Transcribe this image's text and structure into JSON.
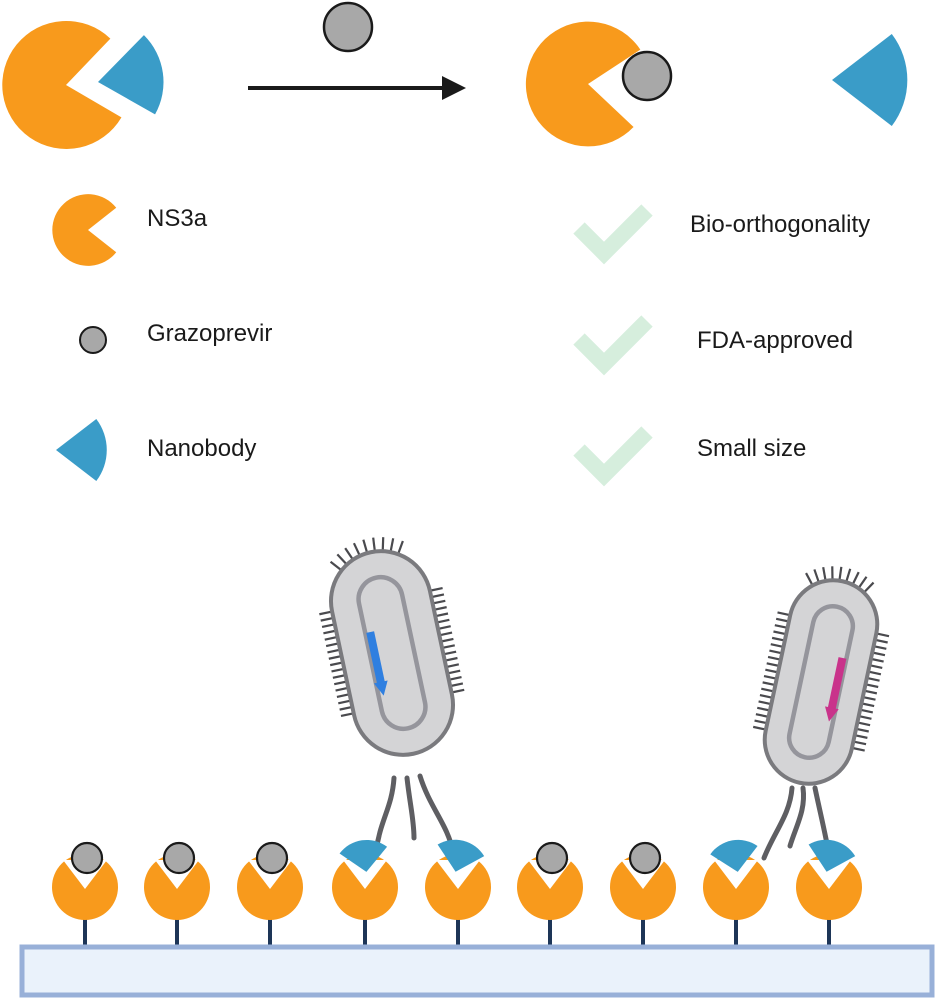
{
  "legend": {
    "ns3a": "NS3a",
    "grazoprevir": "Grazoprevir",
    "nanobody": "Nanobody"
  },
  "features": [
    "Bio-orthogonality",
    "FDA-approved",
    "Small size"
  ],
  "colors": {
    "ns3a": "#F89A1C",
    "nanobody": "#3A9CC8",
    "grazoprevir": "#A8A8A8",
    "check": "#D6EEDD",
    "cell_body": "#D4D4D6",
    "cell_outline": "#7A7A7E",
    "gene_blue": "#2F7FE0",
    "gene_magenta": "#C9338B",
    "surface_fill": "#EAF2FB",
    "surface_border": "#98B0D8",
    "stalk": "#1D3557",
    "arrow": "#1a1a1a"
  },
  "surface": {
    "sites": [
      {
        "state": "grazoprevir"
      },
      {
        "state": "grazoprevir"
      },
      {
        "state": "grazoprevir"
      },
      {
        "state": "nanobody"
      },
      {
        "state": "nanobody"
      },
      {
        "state": "grazoprevir"
      },
      {
        "state": "grazoprevir"
      },
      {
        "state": "nanobody"
      },
      {
        "state": "nanobody"
      }
    ]
  }
}
